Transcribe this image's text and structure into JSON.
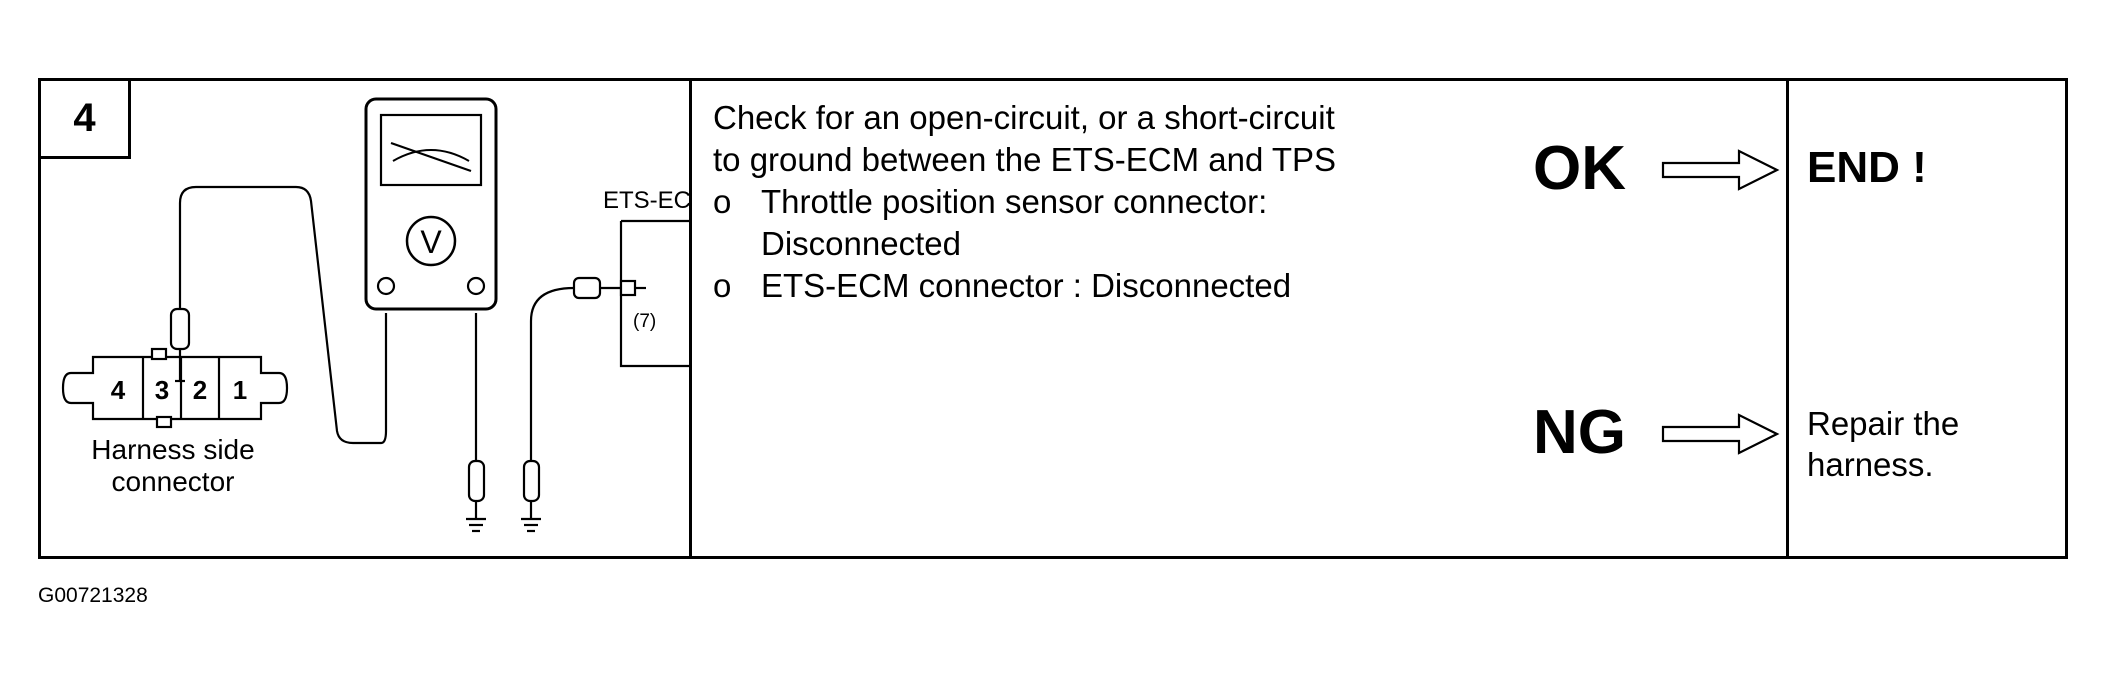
{
  "step": {
    "number": "4"
  },
  "diagram": {
    "harness_label_line1": "Harness side",
    "harness_label_line2": "connector",
    "pins": [
      "4",
      "3",
      "2",
      "1"
    ],
    "meter_symbol": "V",
    "ecm_label": "ETS-ECM",
    "ecm_pin": "(7)"
  },
  "check": {
    "line1": "Check for an open-circuit, or a short-circuit",
    "line2": "to ground between the ETS-ECM and TPS",
    "bullets": [
      {
        "mark": "o",
        "text": "Throttle position sensor connector:",
        "cont": "Disconnected"
      },
      {
        "mark": "o",
        "text": "ETS-ECM connector : Disconnected"
      }
    ]
  },
  "results": {
    "ok_label": "OK",
    "ok_result": "END !",
    "ng_label": "NG",
    "ng_result_line1": "Repair the",
    "ng_result_line2": "harness."
  },
  "figure_id": "G00721328"
}
